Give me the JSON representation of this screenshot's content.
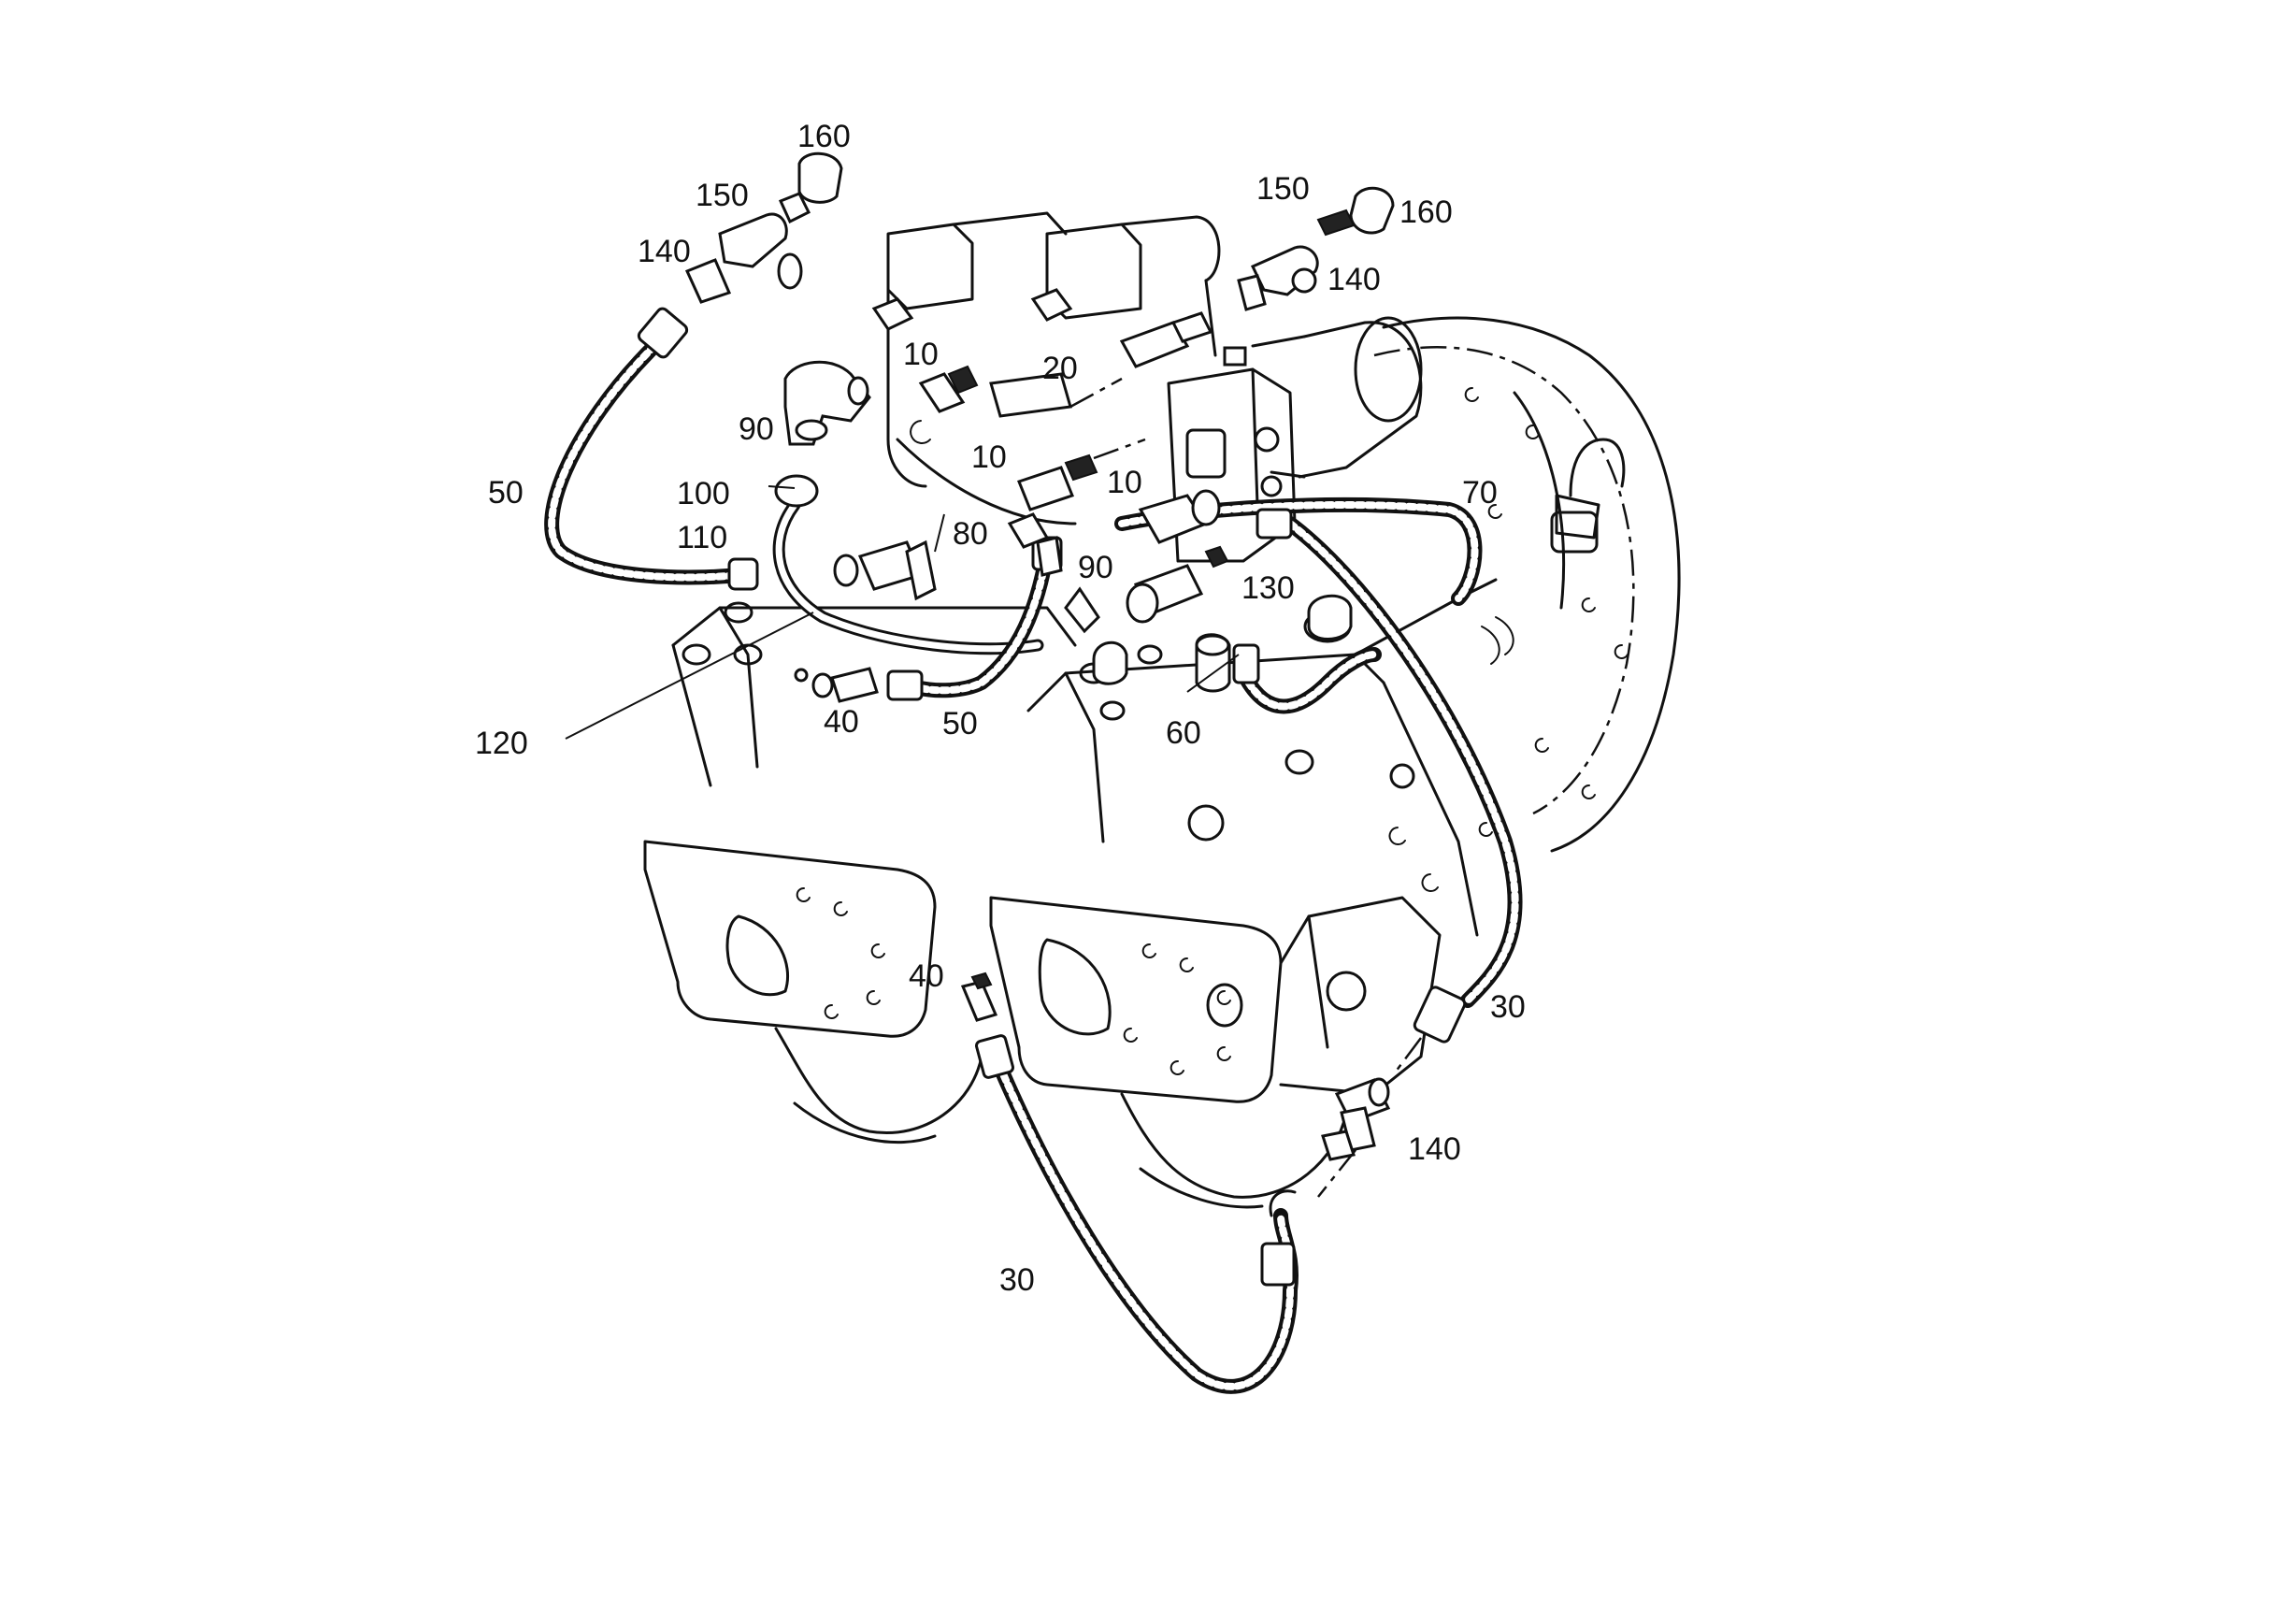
{
  "diagram": {
    "callouts": [
      {
        "id": "c160a",
        "text": "160"
      },
      {
        "id": "c150a",
        "text": "150"
      },
      {
        "id": "c140a",
        "text": "140"
      },
      {
        "id": "c150b",
        "text": "150"
      },
      {
        "id": "c160b",
        "text": "160"
      },
      {
        "id": "c140b",
        "text": "140"
      },
      {
        "id": "c10a",
        "text": "10"
      },
      {
        "id": "c20",
        "text": "20"
      },
      {
        "id": "c90a",
        "text": "90"
      },
      {
        "id": "c10b",
        "text": "10"
      },
      {
        "id": "c10c",
        "text": "10"
      },
      {
        "id": "c70",
        "text": "70"
      },
      {
        "id": "c50a",
        "text": "50"
      },
      {
        "id": "c100",
        "text": "100"
      },
      {
        "id": "c110",
        "text": "110"
      },
      {
        "id": "c80",
        "text": "80"
      },
      {
        "id": "c90b",
        "text": "90"
      },
      {
        "id": "c130",
        "text": "130"
      },
      {
        "id": "c120",
        "text": "120"
      },
      {
        "id": "c40a",
        "text": "40"
      },
      {
        "id": "c50b",
        "text": "50"
      },
      {
        "id": "c60",
        "text": "60"
      },
      {
        "id": "c40b",
        "text": "40"
      },
      {
        "id": "c30a",
        "text": "30"
      },
      {
        "id": "c140c",
        "text": "140"
      },
      {
        "id": "c30b",
        "text": "30"
      }
    ]
  }
}
